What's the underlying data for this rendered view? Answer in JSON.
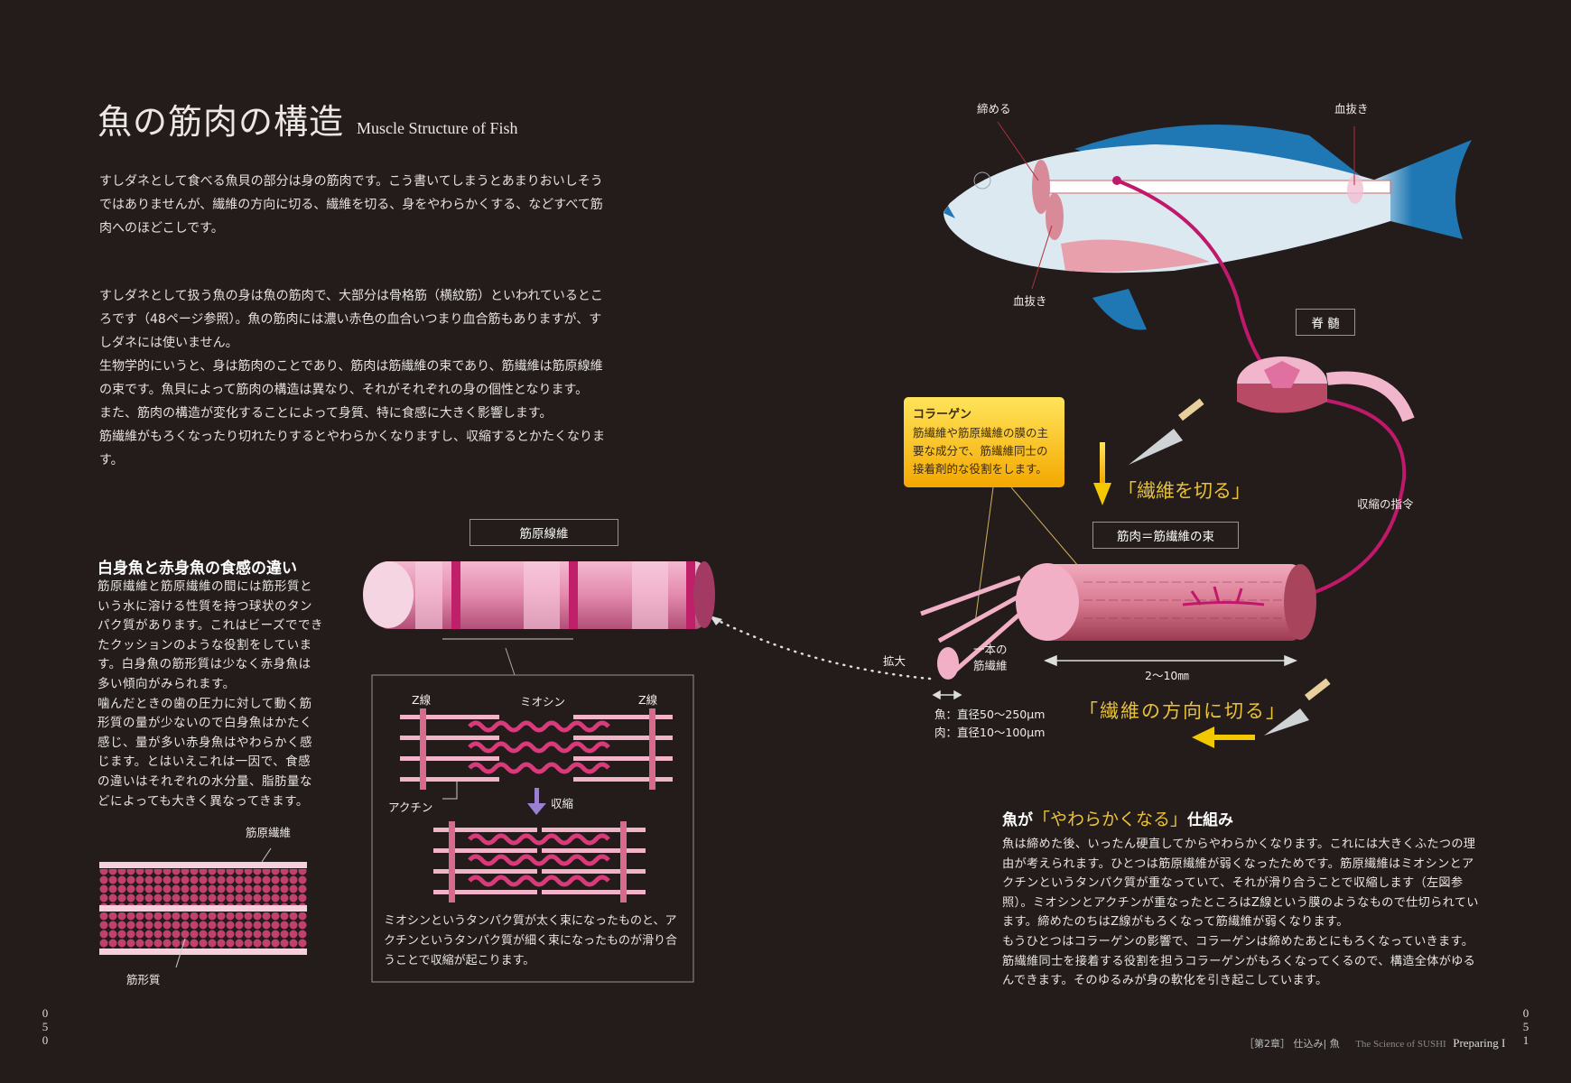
{
  "title": {
    "jp": "魚の筋肉の構造",
    "en": "Muscle Structure of Fish"
  },
  "intro": [
    "すしダネとして食べる魚貝の部分は身の筋肉です。こう書いてしまうとあまりおいしそうではありませんが、繊維の方向に切る、繊維を切る、身をやわらかくする、などすべて筋肉へのほどこしです。",
    "すしダネとして扱う魚の身は魚の筋肉で、大部分は骨格筋（横紋筋）といわれているところです（48ページ参照）。魚の筋肉には濃い赤色の血合いつまり血合筋もありますが、すしダネには使いません。",
    "生物学的にいうと、身は筋肉のことであり、筋肉は筋繊維の束であり、筋繊維は筋原線維の束です。魚貝によって筋肉の構造は異なり、それがそれぞれの身の個性となります。",
    "また、筋肉の構造が変化することによって身質、特に食感に大きく影響します。",
    "筋繊維がもろくなったり切れたりするとやわらかくなりますし、収縮するとかたくなります。"
  ],
  "side": {
    "heading": "白身魚と赤身魚の食感の違い",
    "body1": "筋原繊維と筋原繊維の間には筋形質という水に溶ける性質を持つ球状のタンパク質があります。これはビーズでできたクッションのような役割をしています。白身魚の筋形質は少なく赤身魚は多い傾向がみられます。",
    "body2": "噛んだときの歯の圧力に対して動く筋形質の量が少ないので白身魚はかたく感じ、量が多い赤身魚はやわらかく感じます。とはいえこれは一因で、食感の違いはそれぞれの水分量、脂肪量などによっても大きく異なってきます。",
    "label_fibril": "筋原繊維",
    "label_sarcoplasm": "筋形質"
  },
  "myofibril": {
    "label": "筋原線維",
    "z_line_left": "Z線",
    "z_line_right": "Z線",
    "myosin": "ミオシン",
    "actin": "アクチン",
    "contraction": "収縮",
    "caption": "ミオシンというタンパク質が太く束になったものと、アクチンというタンパク質が細く束になったものが滑り合うことで収縮が起こります。"
  },
  "fish": {
    "label_stun": "締める",
    "label_bleed_tail": "血抜き",
    "label_bleed_gill": "血抜き",
    "label_spinal": "脊 髄",
    "label_command": "収縮の指令"
  },
  "collagen": {
    "title": "コラーゲン",
    "body": "筋繊維や筋原繊維の膜の主要な成分で、筋繊維同士の接着剤的な役割をします。"
  },
  "muscle": {
    "cut_fiber": "「繊維を切る」",
    "bundle_label": "筋肉＝筋繊維の束",
    "enlarge": "拡大",
    "single_fiber": "一本の筋繊維",
    "length": "2～10㎜",
    "diam_fish": "魚：直径50～250μm",
    "diam_meat": "肉：直径10～100μm",
    "cut_direction": "「繊維の方向に切る」"
  },
  "soften": {
    "heading_pre": "魚が",
    "heading_hl": "「やわらかくなる」",
    "heading_post": "仕組み",
    "body1": "魚は締めた後、いったん硬直してからやわらかくなります。これには大きくふたつの理由が考えられます。ひとつは筋原繊維が弱くなったためです。筋原繊維はミオシンとアクチンというタンパク質が重なっていて、それが滑り合うことで収縮します（左図参照）。ミオシンとアクチンが重なったところはZ線という膜のようなもので仕切られています。締めたのちはZ線がもろくなって筋繊維が弱くなります。",
    "body2": "もうひとつはコラーゲンの影響で、コラーゲンは締めたあとにもろくなっていきます。筋繊維同士を接着する役割を担うコラーゲンがもろくなってくるので、構造全体がゆるんできます。そのゆるみが身の軟化を引き起こしています。"
  },
  "footer": {
    "chapter": "［第2章］ 仕込み| 魚",
    "book": "The Science of SUSHI",
    "section": "Preparing I",
    "page_left": "050",
    "page_right": "051"
  },
  "colors": {
    "bg": "#231c1b",
    "accent": "#e8c23a",
    "pink": "#e37aa0",
    "magenta": "#c0186a",
    "fish_blue": "#1f78b4"
  }
}
